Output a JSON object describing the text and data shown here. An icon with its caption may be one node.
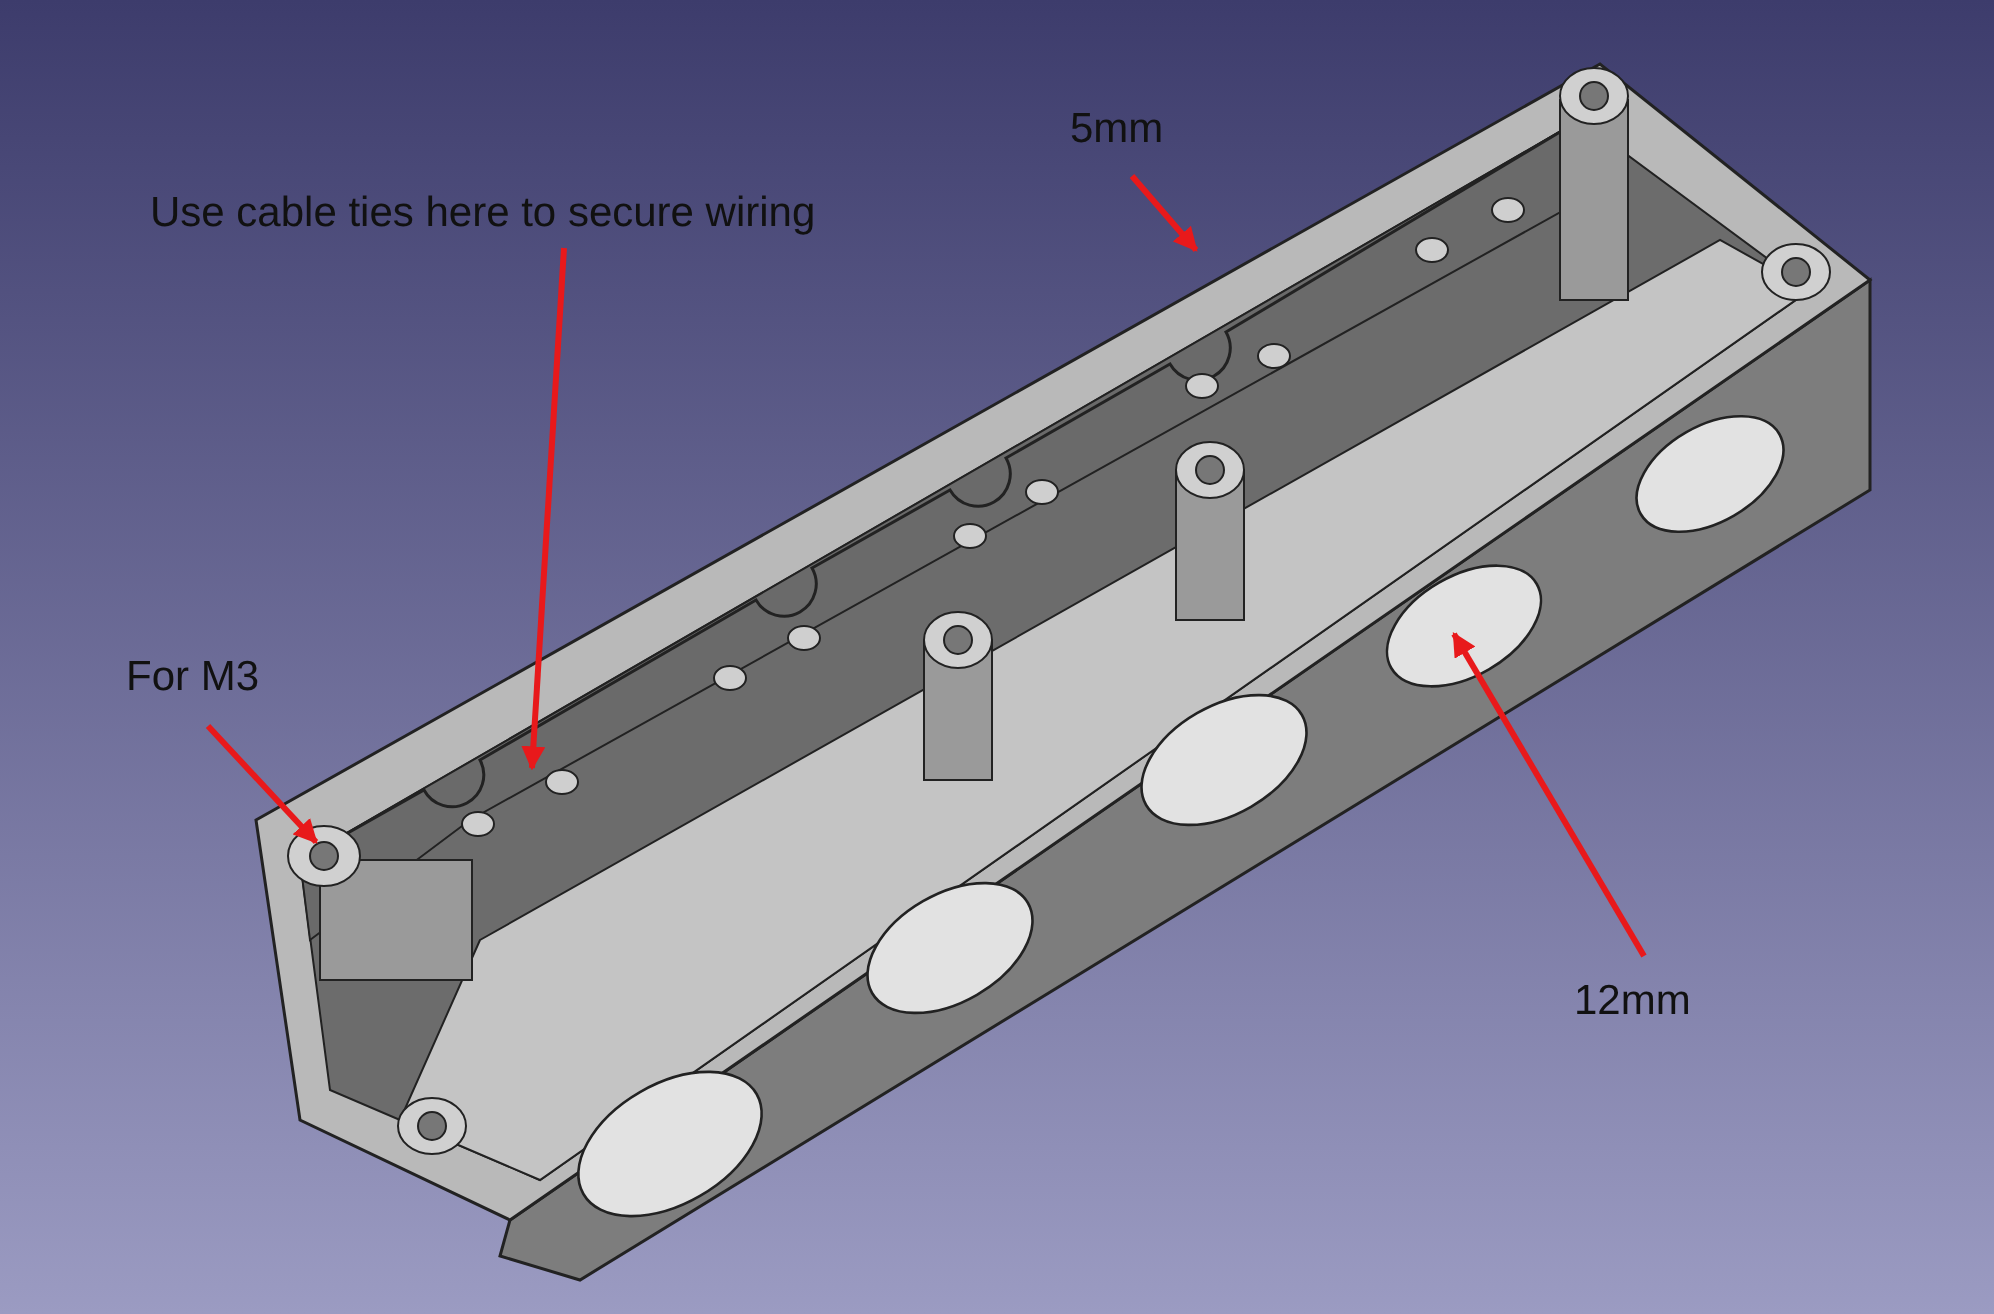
{
  "diagram": {
    "nodes": [
      {
        "text": [
          "Use cable ties here to secure wiring"
        ]
      },
      {
        "text": [
          "5mm"
        ]
      },
      {
        "text": [
          "For M3"
        ]
      },
      {
        "text": [
          "12mm"
        ]
      }
    ],
    "edges": [
      {
        "from": 0,
        "to": null,
        "arrow": "to",
        "color": "#e8191b"
      },
      {
        "from": 1,
        "to": null,
        "arrow": "to",
        "color": "#e8191b"
      },
      {
        "from": 2,
        "to": null,
        "arrow": "to",
        "color": "#e8191b"
      },
      {
        "from": 3,
        "to": null,
        "arrow": "to",
        "color": "#e8191b"
      }
    ]
  }
}
